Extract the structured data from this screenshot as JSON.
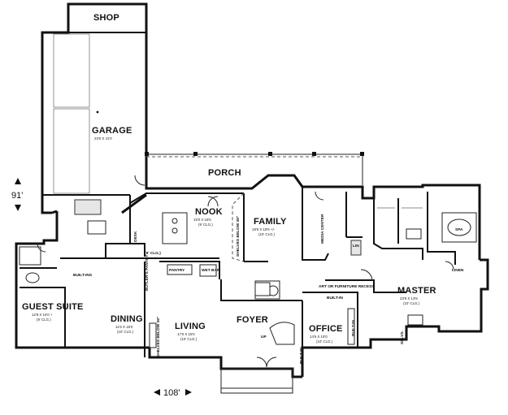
{
  "rooms": {
    "shop": {
      "name": "SHOP"
    },
    "garage": {
      "name": "GARAGE",
      "size": "23'0 X 41'0"
    },
    "porch": {
      "name": "PORCH"
    },
    "nook": {
      "name": "NOOK",
      "size": "15'0 X 18'6",
      "ceiling": "(9' CLG.)"
    },
    "family": {
      "name": "FAMILY",
      "size": "18'6 X 18'6 +/-",
      "ceiling": "(10' CLG.)"
    },
    "guest_suite": {
      "name": "GUEST SUITE",
      "size": "12'8 X 16'0 +",
      "ceiling": "(9' CLG.)"
    },
    "dining": {
      "name": "DINING",
      "size": "11'6 X 15'0",
      "ceiling": "(10' CLG.)"
    },
    "living": {
      "name": "LIVING",
      "size": "17'0 X 15'0",
      "ceiling": "(10' CLG.)"
    },
    "foyer": {
      "name": "FOYER"
    },
    "office": {
      "name": "OFFICE",
      "size": "14'6 X 15'0",
      "ceiling": "(10' CLG.)"
    },
    "master": {
      "name": "MASTER",
      "size": "23'6 X 13'8",
      "ceiling": "(10' CLG.)"
    }
  },
  "annotations": {
    "ceiling_9": "(9' CLG.)",
    "built_ins_guest": "BUILT-INS",
    "butlers_pantry": "BUTLER'S PANTRY",
    "pantry": "PANTRY",
    "wet_bar": "WET BAR",
    "shelves_below": "SHELVES BELOW 36\"",
    "shelves_below_dining": "SHELVES BELOW 36\"",
    "media_center": "MEDIA CENTER",
    "art_niche": "ART OR FURNITURE RECESS",
    "built_in_office": "BUILT-IN",
    "built_in_office_side": "BUILT-IN",
    "built_in_foyer": "BUILT-IN",
    "spa": "SPA",
    "linen": "LINEN",
    "lin": "LIN",
    "shelves": "SHLVS.",
    "desk": "DESK",
    "up": "UP"
  },
  "dimensions": {
    "depth": "91'",
    "width": "108'"
  }
}
